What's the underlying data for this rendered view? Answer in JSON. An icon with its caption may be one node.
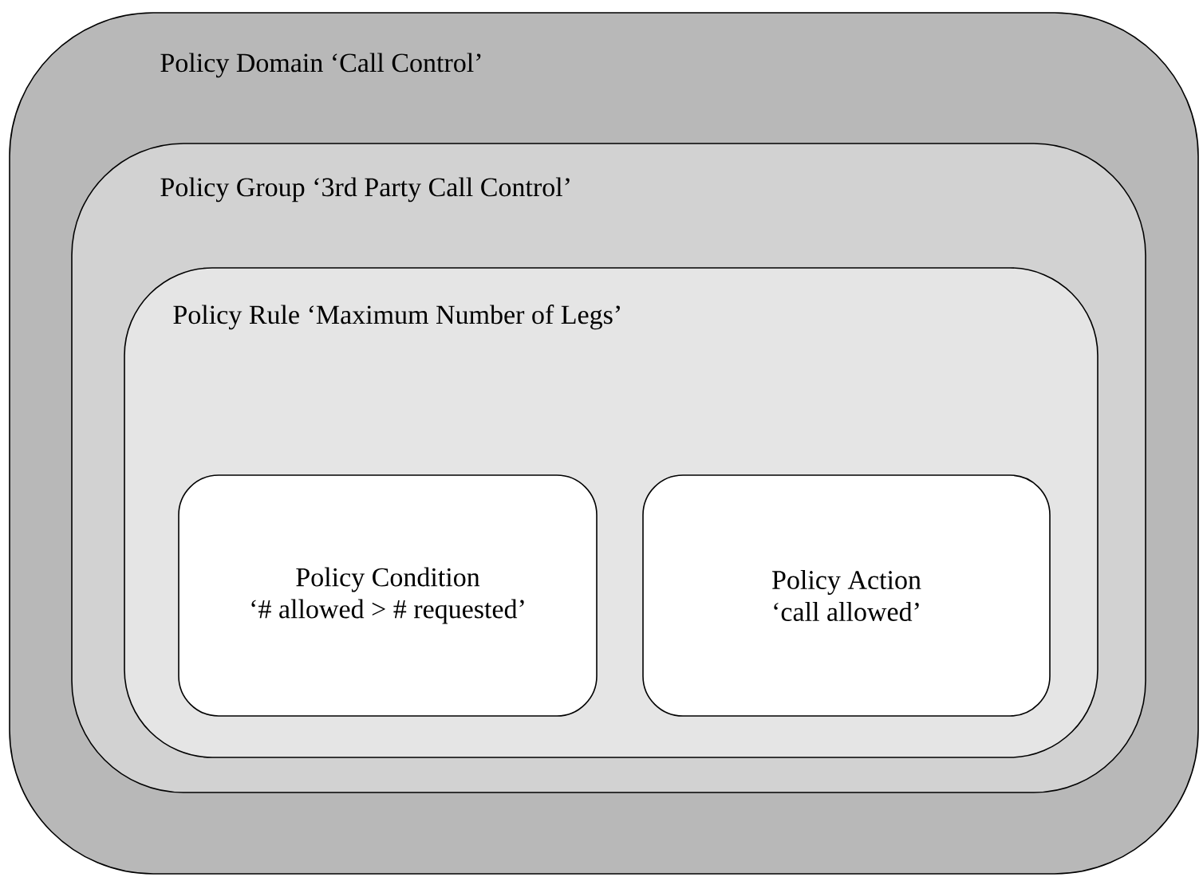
{
  "diagram": {
    "nodes": [
      {
        "text": [
          "Policy Domain ‘Call Control’"
        ]
      },
      {
        "text": [
          "Policy Group ‘3rd Party Call Control’"
        ],
        "in": 0
      },
      {
        "text": [
          "Policy Rule ‘Maximum Number of Legs’"
        ],
        "in": 1
      },
      {
        "text": [
          "Policy Condition",
          "‘# allowed > # requested’"
        ],
        "in": 2
      },
      {
        "text": [
          "Policy Action",
          "‘call allowed’"
        ],
        "in": 2
      }
    ]
  }
}
